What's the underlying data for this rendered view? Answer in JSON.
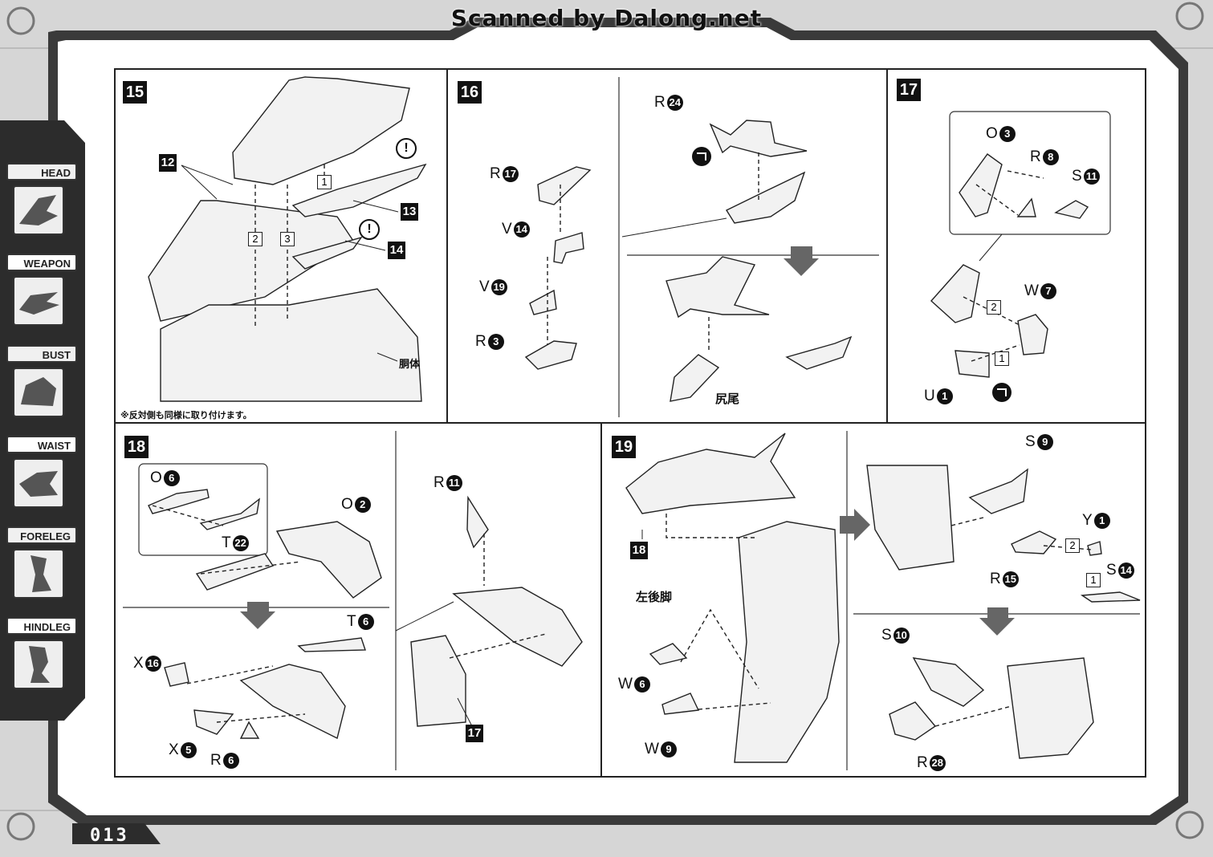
{
  "page": {
    "watermark": "Scanned by Dalong.net",
    "page_number": "013"
  },
  "colors": {
    "page_bg": "#d8d8d8",
    "frame_dark": "#2c2c2c",
    "panel_bg": "#ffffff",
    "ink": "#111111"
  },
  "sidebar": {
    "tabs": [
      {
        "label": "HEAD",
        "icon": "head-part-icon"
      },
      {
        "label": "WEAPON",
        "icon": "weapon-part-icon"
      },
      {
        "label": "BUST",
        "icon": "bust-part-icon"
      },
      {
        "label": "WAIST",
        "icon": "waist-part-icon"
      },
      {
        "label": "FORELEG",
        "icon": "foreleg-part-icon"
      },
      {
        "label": "HINDLEG",
        "icon": "hindleg-part-icon"
      }
    ]
  },
  "steps": {
    "s15": {
      "number": "15",
      "refs": [
        "12",
        "13",
        "14"
      ],
      "order": [
        "1",
        "2",
        "3"
      ],
      "warn": "!",
      "body_label": "胴体",
      "note": "※反対側も同様に取り付けます。"
    },
    "s16": {
      "number": "16",
      "parts": [
        {
          "letter": "R",
          "num": "17"
        },
        {
          "letter": "V",
          "num": "14"
        },
        {
          "letter": "V",
          "num": "19"
        },
        {
          "letter": "R",
          "num": "3"
        },
        {
          "letter": "R",
          "num": "24"
        }
      ],
      "tail_label": "尻尾"
    },
    "s17": {
      "number": "17",
      "parts": [
        {
          "letter": "O",
          "num": "3"
        },
        {
          "letter": "R",
          "num": "8"
        },
        {
          "letter": "S",
          "num": "11"
        },
        {
          "letter": "W",
          "num": "7"
        },
        {
          "letter": "U",
          "num": "1"
        }
      ],
      "order": [
        "2",
        "1"
      ]
    },
    "s18": {
      "number": "18",
      "parts": [
        {
          "letter": "O",
          "num": "6"
        },
        {
          "letter": "T",
          "num": "22"
        },
        {
          "letter": "O",
          "num": "2"
        },
        {
          "letter": "T",
          "num": "6"
        },
        {
          "letter": "X",
          "num": "16"
        },
        {
          "letter": "X",
          "num": "5"
        },
        {
          "letter": "R",
          "num": "6"
        },
        {
          "letter": "R",
          "num": "11"
        }
      ],
      "ref": "17"
    },
    "s19": {
      "number": "19",
      "ref": "18",
      "leg_label": "左後脚",
      "parts": [
        {
          "letter": "W",
          "num": "6"
        },
        {
          "letter": "W",
          "num": "9"
        },
        {
          "letter": "S",
          "num": "9"
        },
        {
          "letter": "Y",
          "num": "1"
        },
        {
          "letter": "R",
          "num": "15"
        },
        {
          "letter": "S",
          "num": "14"
        },
        {
          "letter": "S",
          "num": "10"
        },
        {
          "letter": "R",
          "num": "28"
        }
      ],
      "order": [
        "2",
        "1"
      ]
    }
  }
}
